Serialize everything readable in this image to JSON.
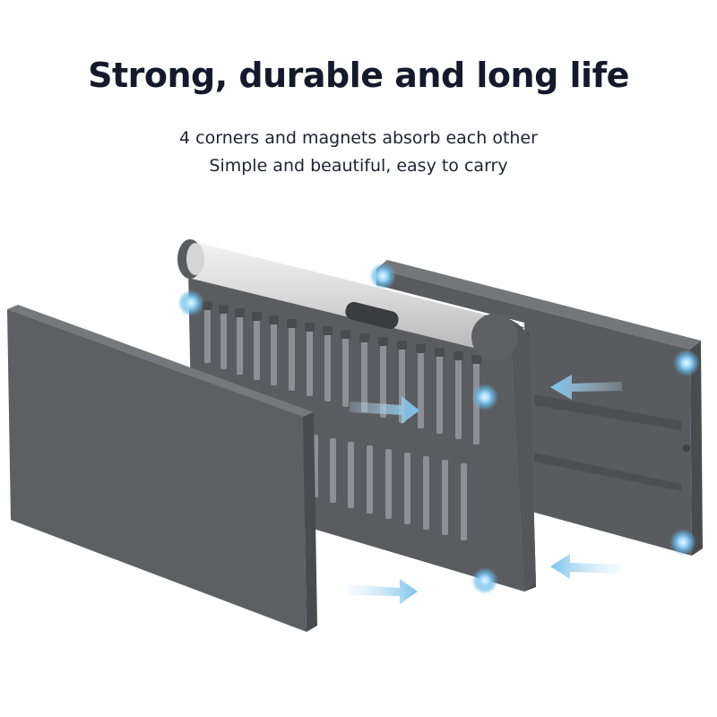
{
  "headline": "Strong, durable and long life",
  "subtitle_lines": [
    "4 corners and magnets absorb each other",
    "Simple and beautiful, easy to carry"
  ],
  "colors": {
    "case": "#5c5d61",
    "case_dark": "#47484c",
    "case_light": "#6e6f73",
    "magnet_glow": "#7cc4ec",
    "arrow": "#8dd0f2",
    "background": "#ffffff"
  },
  "product": {
    "icons": [
      "magnet-icon",
      "arrow-right-icon",
      "arrow-left-icon"
    ]
  }
}
